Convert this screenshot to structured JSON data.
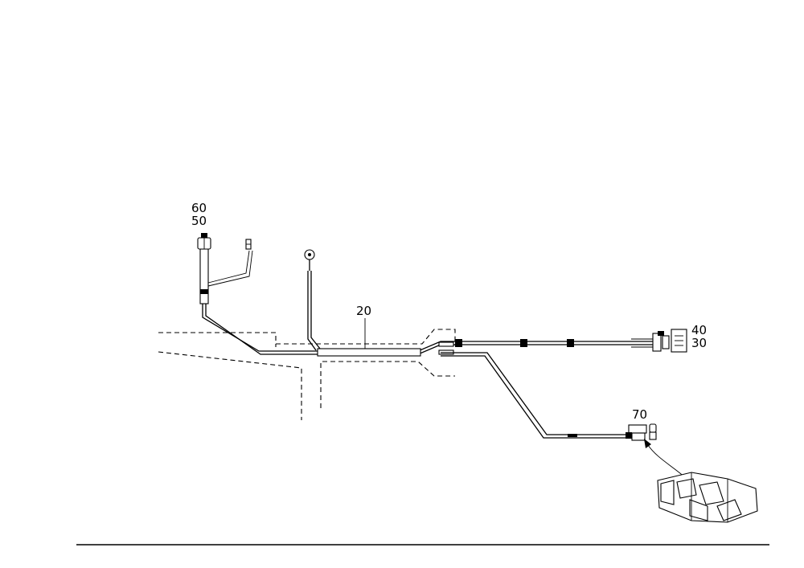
{
  "callouts": {
    "c60": "60",
    "c50": "50",
    "c20": "20",
    "c40": "40",
    "c30": "30",
    "c70": "70"
  }
}
